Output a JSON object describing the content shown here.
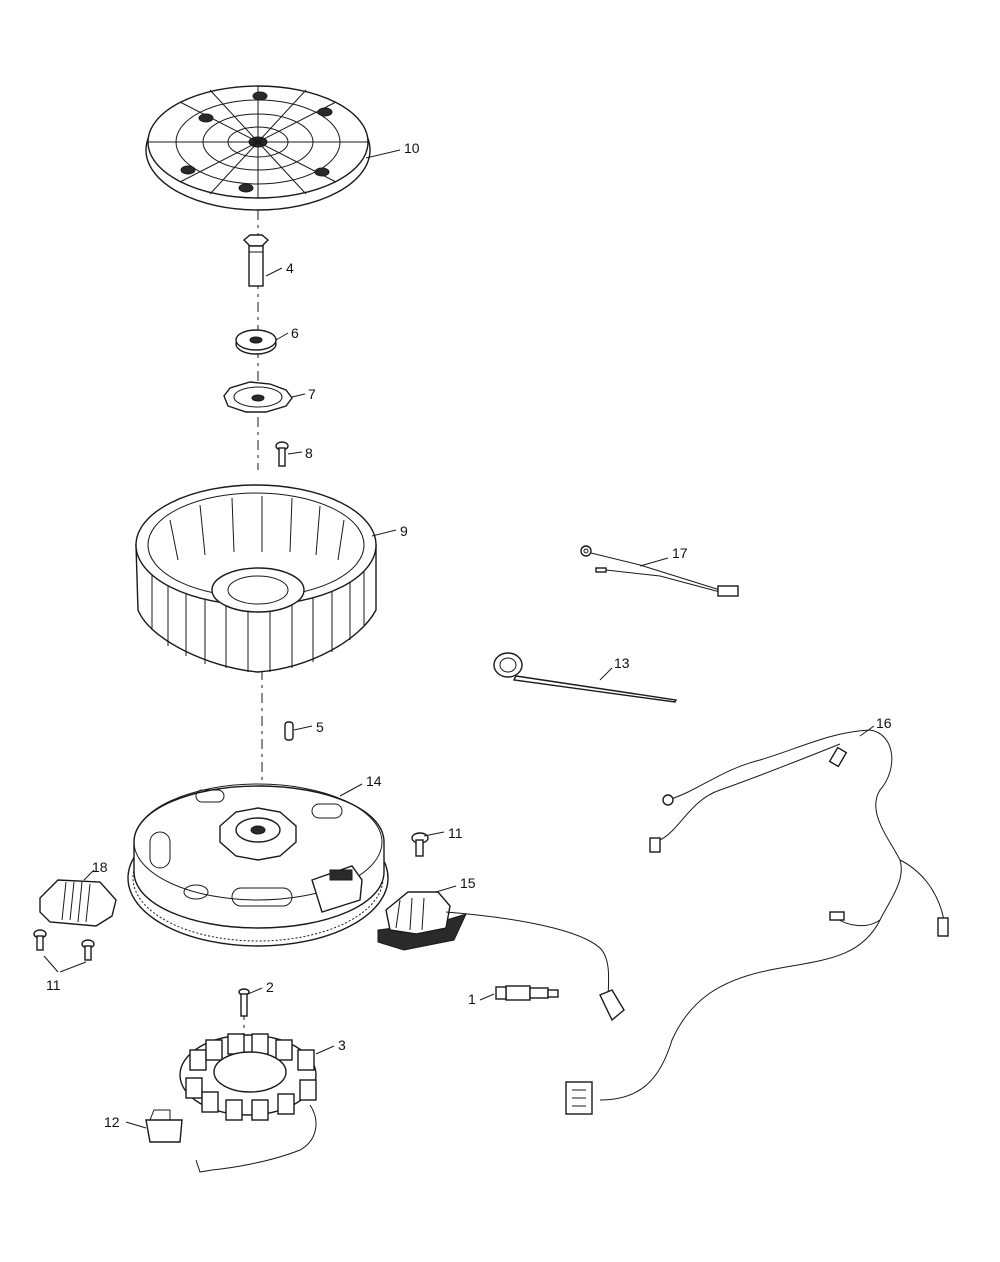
{
  "diagram": {
    "callouts": [
      {
        "id": "c1",
        "label": "1"
      },
      {
        "id": "c2",
        "label": "2"
      },
      {
        "id": "c3",
        "label": "3"
      },
      {
        "id": "c4",
        "label": "4"
      },
      {
        "id": "c5",
        "label": "5"
      },
      {
        "id": "c6",
        "label": "6"
      },
      {
        "id": "c7",
        "label": "7"
      },
      {
        "id": "c8",
        "label": "8"
      },
      {
        "id": "c9",
        "label": "9"
      },
      {
        "id": "c10",
        "label": "10"
      },
      {
        "id": "c11a",
        "label": "11"
      },
      {
        "id": "c11b",
        "label": "11"
      },
      {
        "id": "c12",
        "label": "12"
      },
      {
        "id": "c13",
        "label": "13"
      },
      {
        "id": "c14",
        "label": "14"
      },
      {
        "id": "c15",
        "label": "15"
      },
      {
        "id": "c16",
        "label": "16"
      },
      {
        "id": "c17",
        "label": "17"
      },
      {
        "id": "c18",
        "label": "18"
      }
    ]
  }
}
